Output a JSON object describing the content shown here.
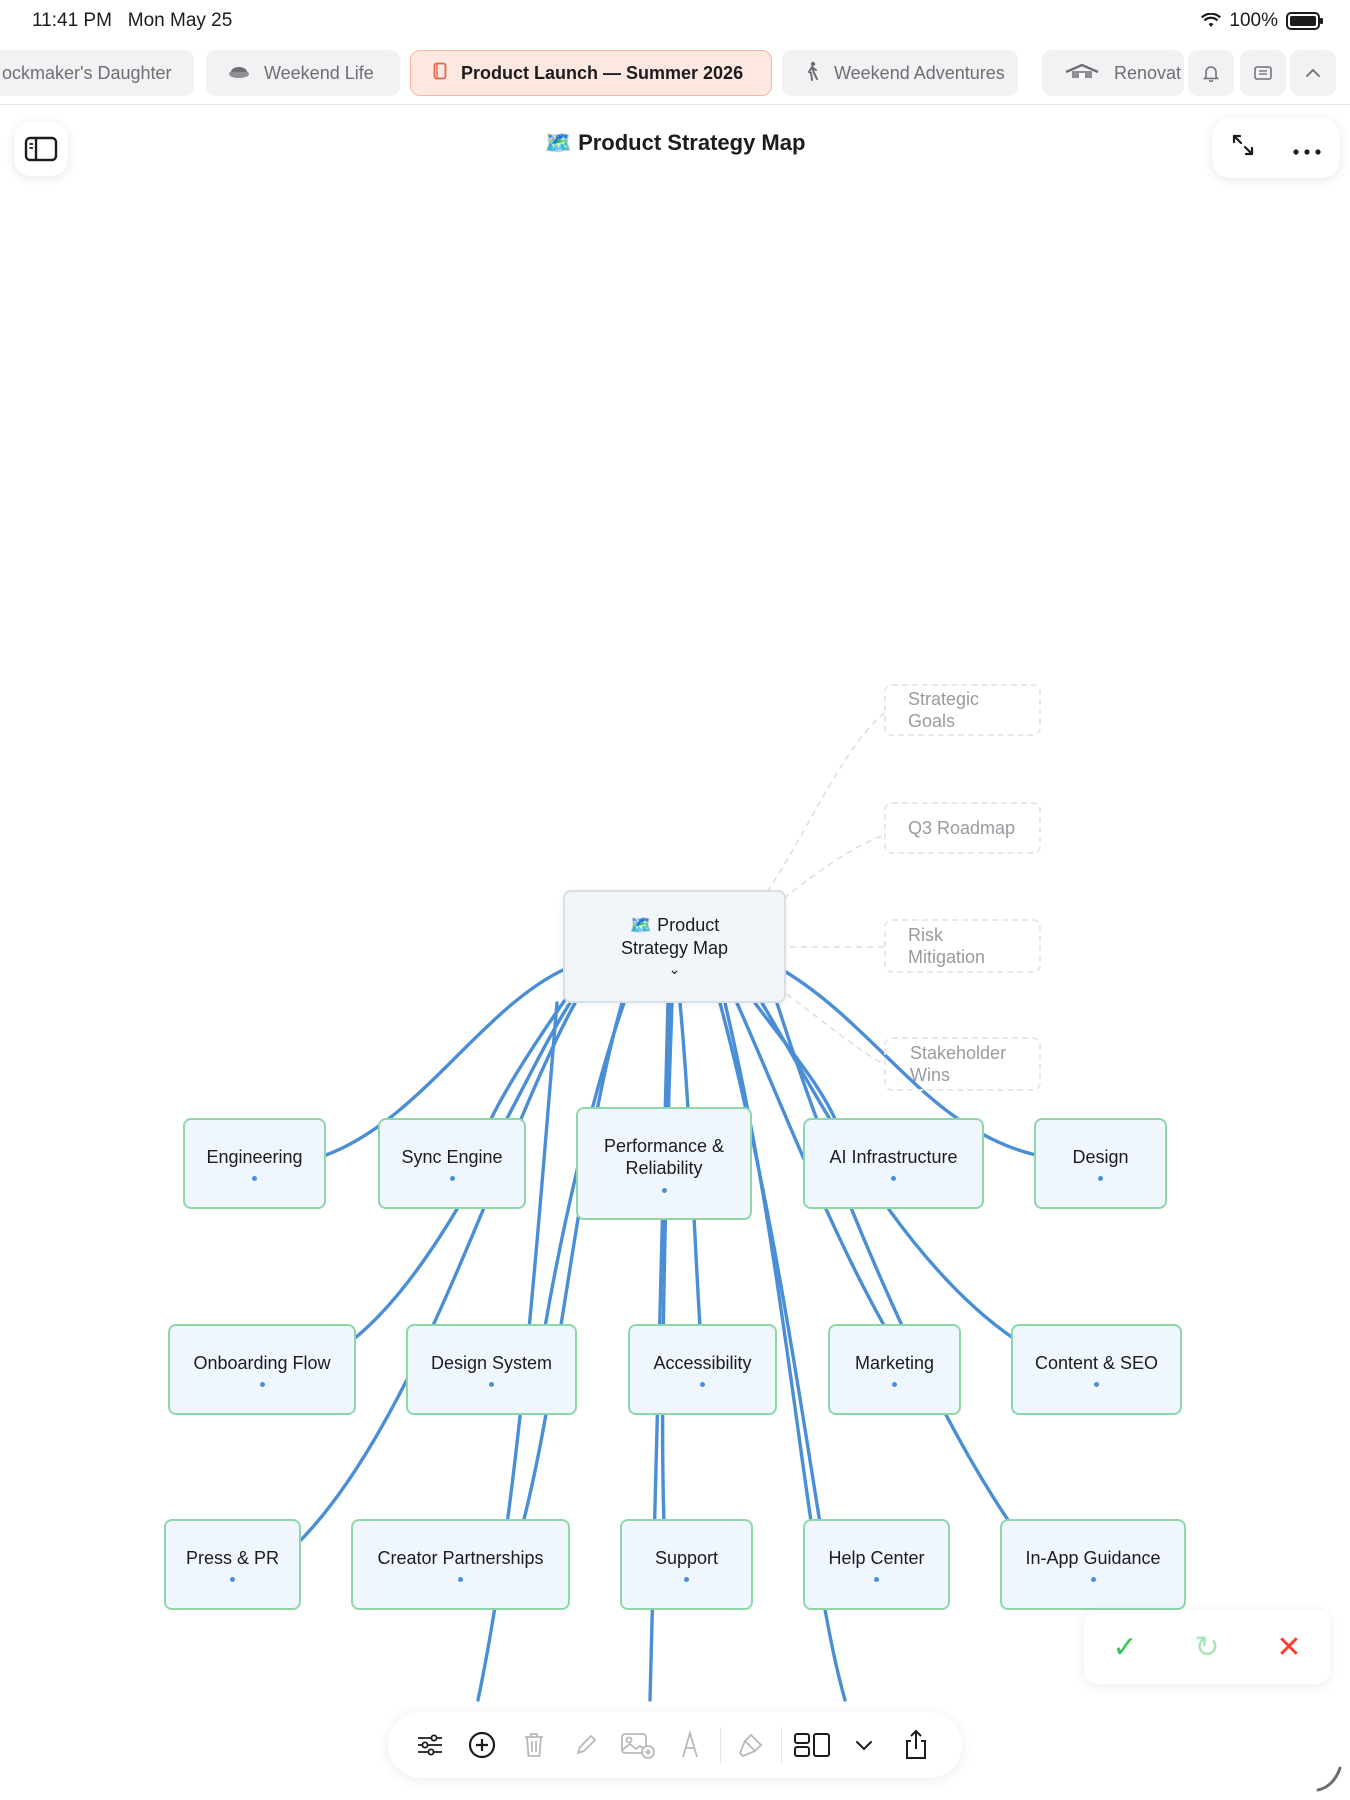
{
  "status_bar": {
    "time": "11:41 PM",
    "date": "Mon May 25",
    "battery": "100%"
  },
  "tabs": [
    {
      "label": "ockmaker's Daughter",
      "icon": "book-icon",
      "active": false
    },
    {
      "label": "Weekend Life",
      "icon": "dish-icon",
      "active": false
    },
    {
      "label": "Product Launch — Summer 2026",
      "icon": "book-icon",
      "active": true
    },
    {
      "label": "Weekend Adventures",
      "icon": "hiker-icon",
      "active": false
    },
    {
      "label": "Renovat",
      "icon": "house-icon",
      "active": false
    }
  ],
  "header": {
    "title": "🗺️ Product Strategy Map"
  },
  "mindmap": {
    "root": {
      "line1": "🗺️ Product",
      "line2": "Strategy Map",
      "chevron": "⌄"
    },
    "ghost_nodes": [
      {
        "line1": "Strategic",
        "line2": "Goals"
      },
      {
        "line1": "Q3 Roadmap",
        "line2": ""
      },
      {
        "line1": "Risk",
        "line2": "Mitigation"
      },
      {
        "line1": "Stakeholder",
        "line2": "Wins"
      }
    ],
    "row1": [
      {
        "label": "Engineering"
      },
      {
        "label": "Sync Engine"
      },
      {
        "label": "Performance &",
        "label2": "Reliability"
      },
      {
        "label": "AI Infrastructure"
      },
      {
        "label": "Design"
      }
    ],
    "row2": [
      {
        "label": "Onboarding Flow"
      },
      {
        "label": "Design System"
      },
      {
        "label": "Accessibility"
      },
      {
        "label": "Marketing"
      },
      {
        "label": "Content & SEO"
      }
    ],
    "row3": [
      {
        "label": "Press & PR"
      },
      {
        "label": "Creator Partnerships"
      },
      {
        "label": "Support"
      },
      {
        "label": "Help Center"
      },
      {
        "label": "In-App Guidance"
      }
    ]
  },
  "confirm_panel": {
    "accept": "✓",
    "regenerate": "↻",
    "reject": "✕"
  },
  "toolbar": {
    "items": [
      "sliders-icon",
      "add-circle-icon",
      "trash-icon",
      "pencil-icon",
      "add-image-icon",
      "pen-nib-icon",
      "brush-icon",
      "layout-icon",
      "chevron-down-icon",
      "share-icon"
    ]
  },
  "colors": {
    "edge": "#4a8fd6",
    "node_border": "#8ed8a8",
    "node_fill": "#eff6fd",
    "active_tab": "#fde8e1"
  }
}
